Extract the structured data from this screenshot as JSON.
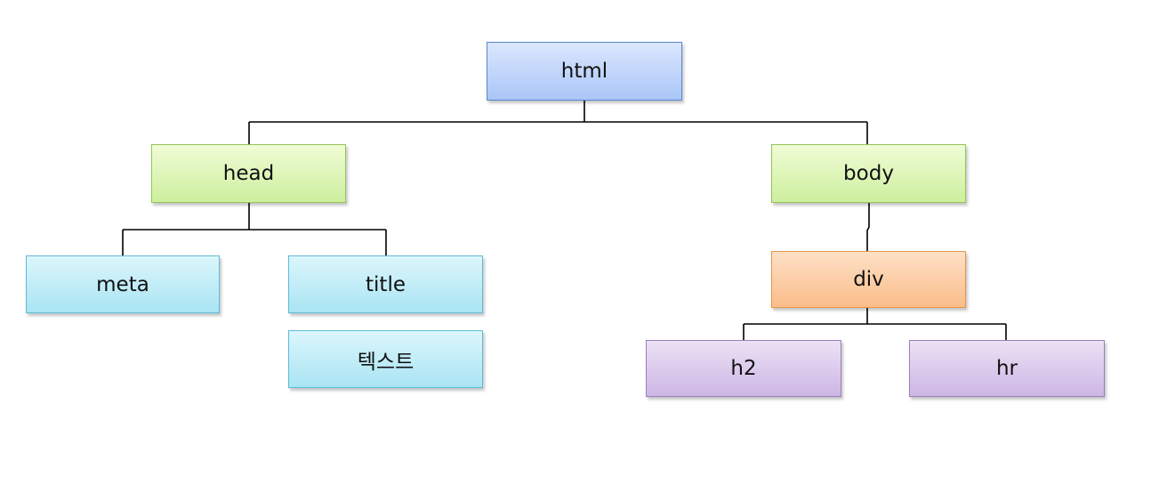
{
  "nodes": {
    "html": "html",
    "head": "head",
    "body": "body",
    "meta": "meta",
    "title": "title",
    "text": "텍스트",
    "div": "div",
    "h2": "h2",
    "hr": "hr"
  },
  "colors": {
    "root": "#a9c6f7",
    "level1": "#cdef9d",
    "head_children": "#a9e4f3",
    "div": "#fbbd8a",
    "div_children": "#cdb6e4",
    "connector": "#000000"
  }
}
